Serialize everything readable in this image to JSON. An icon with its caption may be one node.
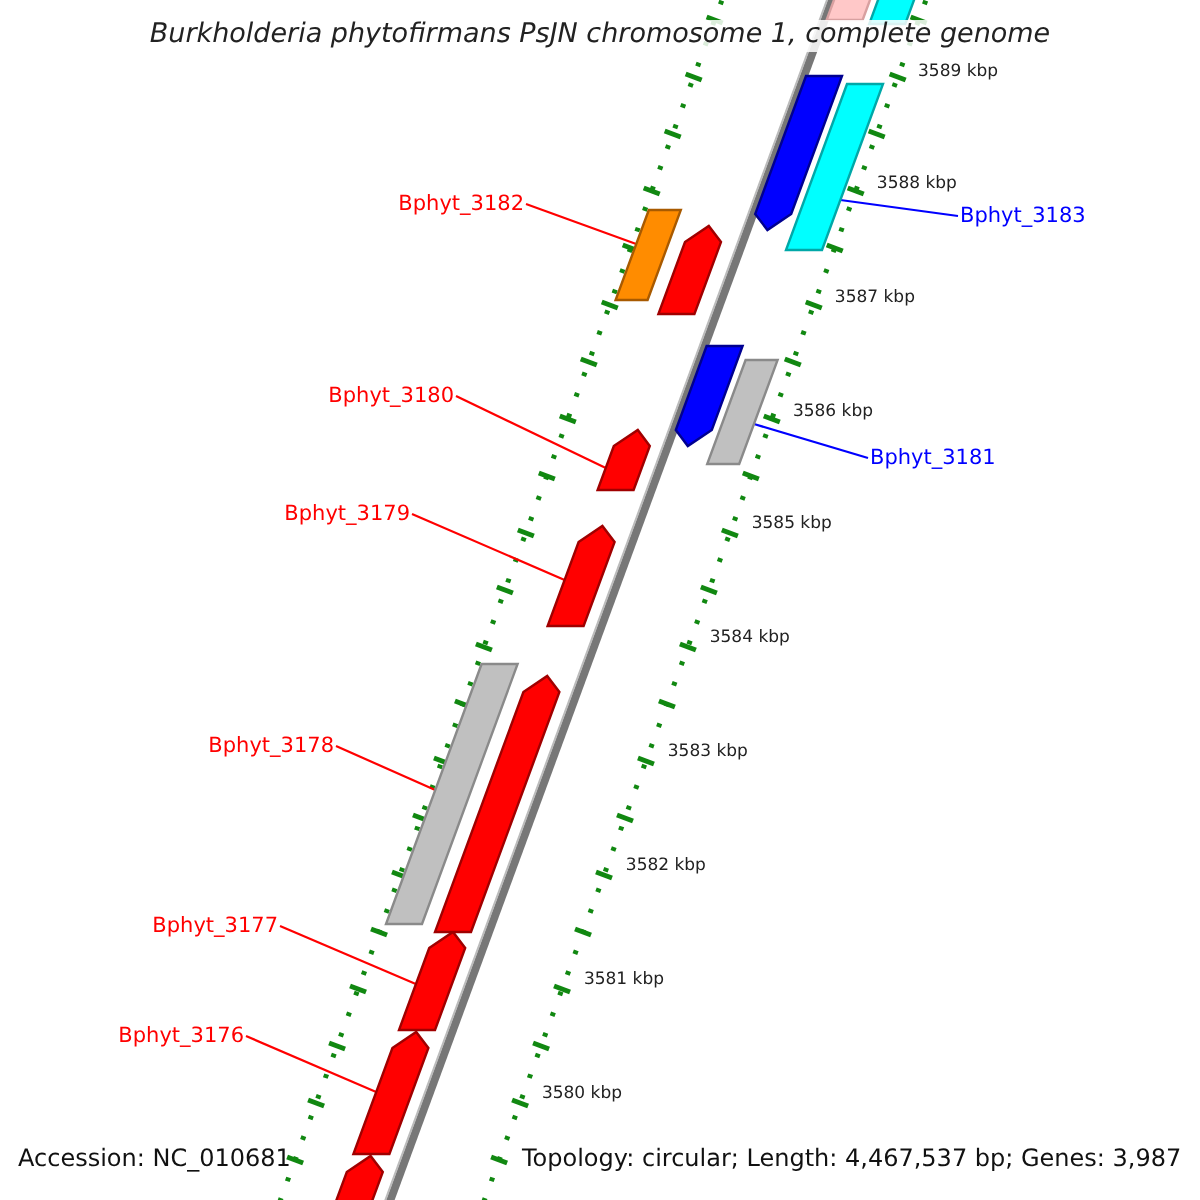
{
  "diagram": {
    "title": "Burkholderia phytofirmans PsJN chromosome 1, complete genome",
    "nodes": [
      {
        "text": [
          "Bphyt_3182"
        ]
      },
      {
        "text": [
          "Bphyt_3183"
        ]
      },
      {
        "text": [
          "Bphyt_3180"
        ]
      },
      {
        "text": [
          "Bphyt_3181"
        ]
      },
      {
        "text": [
          "Bphyt_3179"
        ]
      },
      {
        "text": [
          "Bphyt_3178"
        ]
      },
      {
        "text": [
          "Bphyt_3177"
        ]
      },
      {
        "text": [
          "Bphyt_3176"
        ]
      },
      {
        "text": [],
        "shape": "bar"
      },
      {
        "text": [],
        "shape": "bar"
      },
      {
        "text": [],
        "shape": "bar"
      },
      {
        "text": [],
        "shape": "arrow"
      },
      {
        "text": [],
        "shape": "arrow"
      },
      {
        "text": [],
        "shape": "bar"
      },
      {
        "text": [],
        "shape": "arrow"
      },
      {
        "text": [],
        "shape": "arrow"
      },
      {
        "text": [],
        "shape": "bar"
      },
      {
        "text": [],
        "shape": "bar"
      },
      {
        "text": [],
        "shape": "arrow"
      },
      {
        "text": [],
        "shape": "arrow"
      },
      {
        "text": [],
        "shape": "arrow"
      },
      {
        "text": [],
        "shape": "arrow"
      },
      {
        "text": [],
        "shape": "arrow"
      }
    ],
    "edges": [
      {
        "from": 1,
        "to": 8,
        "arrow": "none",
        "color": "#0000ff"
      },
      {
        "from": 0,
        "to": 9,
        "arrow": "none"
      },
      {
        "from": 3,
        "to": 10,
        "arrow": "none",
        "color": "#0000ff"
      },
      {
        "from": 2,
        "to": 11,
        "arrow": "none"
      },
      {
        "from": 4,
        "to": 12,
        "arrow": "none"
      },
      {
        "from": 5,
        "to": 13,
        "arrow": "none"
      },
      {
        "from": 6,
        "to": 14,
        "arrow": "none"
      },
      {
        "from": 7,
        "to": 15,
        "arrow": "none"
      }
    ],
    "labels": [
      "3589 kbp",
      "3588 kbp",
      "3587 kbp",
      "3586 kbp",
      "3585 kbp",
      "3584 kbp",
      "3583 kbp",
      "3582 kbp",
      "3581 kbp",
      "3580 kbp",
      "Accession: NC_010681",
      "Topology: circular; Length: 4,467,537 bp; Genes: 3,987"
    ]
  }
}
